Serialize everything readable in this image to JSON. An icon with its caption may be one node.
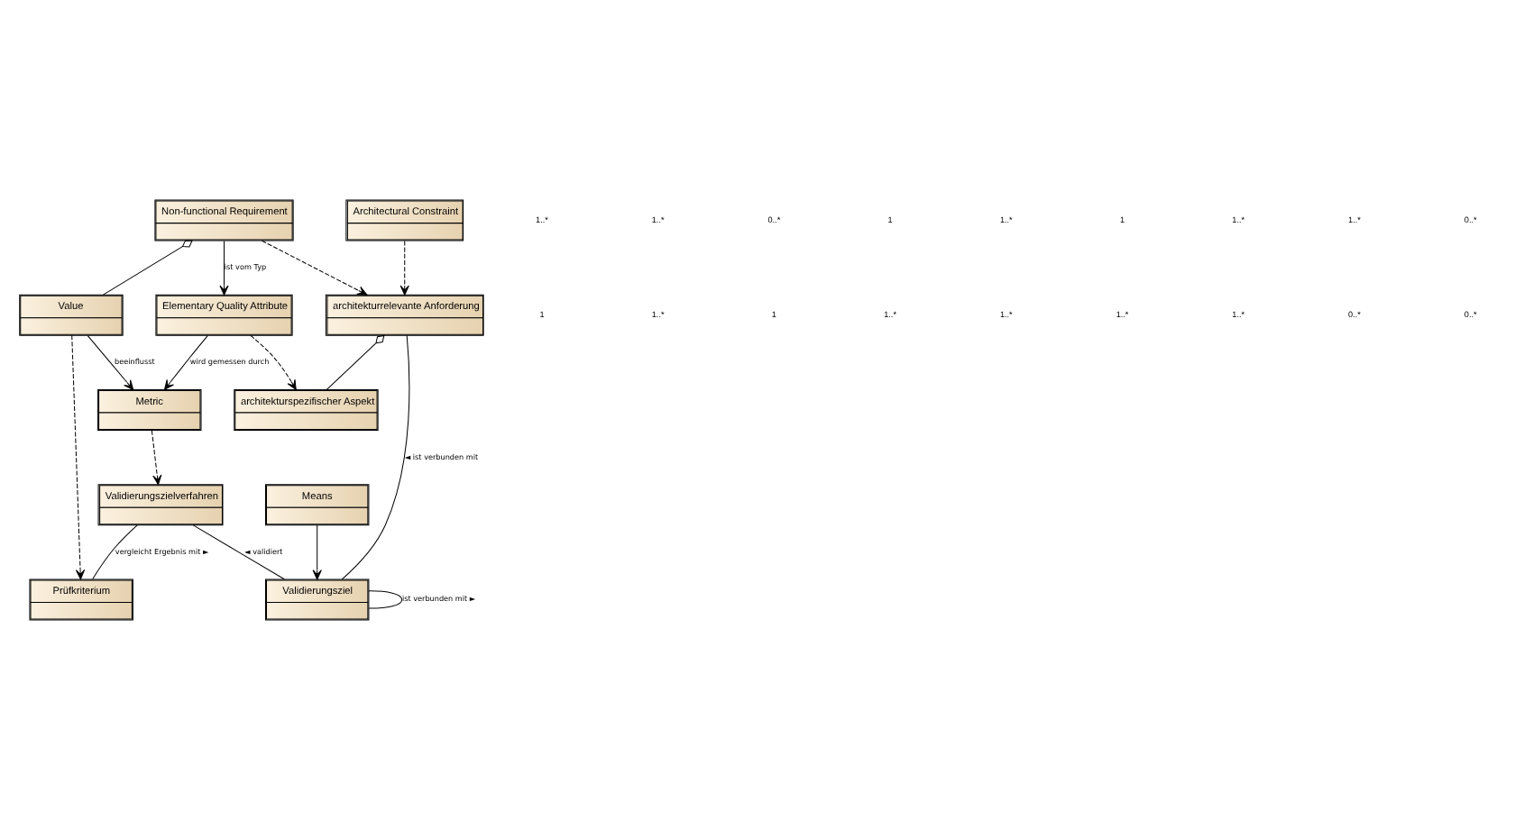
{
  "diagram": {
    "nodes": [
      {
        "text": [
          "Architectural Constraint"
        ]
      },
      {
        "text": [
          "Non-functional Requirement"
        ]
      },
      {
        "text": [
          "Value"
        ]
      },
      {
        "text": [
          "Means"
        ]
      },
      {
        "text": [
          "Elementary Quality Attribute"
        ]
      },
      {
        "text": [
          "Metric"
        ]
      },
      {
        "text": [
          "architekturrelevante Anforderung"
        ]
      },
      {
        "text": [
          "architekturspezifischer Aspekt"
        ]
      },
      {
        "text": [
          "Validierungszielverfahren"
        ]
      },
      {
        "text": [
          "Prüfkriterium"
        ]
      },
      {
        "text": [
          "Validierungsziel"
        ]
      }
    ],
    "edges": [
      {
        "from": 1,
        "to": 2,
        "arrow": "other"
      },
      {
        "from": 0,
        "to": 6,
        "arrow": "to",
        "style": "dashed"
      },
      {
        "from": 1,
        "to": 6,
        "arrow": "to",
        "style": "dashed"
      },
      {
        "from": 1,
        "to": 4,
        "arrow": "to",
        "label": "ist vom Typ"
      },
      {
        "from": 2,
        "to": 5,
        "arrow": "to",
        "label": "beeinflusst"
      },
      {
        "from": 2,
        "to": 9,
        "arrow": "to",
        "style": "dashed"
      },
      {
        "from": 4,
        "to": 5,
        "arrow": "to",
        "label": "wird gemessen durch"
      },
      {
        "from": 4,
        "to": 7,
        "arrow": "to",
        "style": "dashed"
      },
      {
        "from": 5,
        "to": 8,
        "arrow": "to",
        "style": "dashed"
      },
      {
        "from": 6,
        "to": 7,
        "arrow": "other"
      },
      {
        "from": 8,
        "to": 9,
        "arrow": "none",
        "label": "vergleicht Ergebnis mit ►"
      },
      {
        "from": 6,
        "to": 10,
        "arrow": "none",
        "label": "◄ ist verbunden mit"
      },
      {
        "from": 8,
        "to": 10,
        "arrow": "none",
        "label": "◄ validiert"
      },
      {
        "from": 10,
        "to": 10,
        "arrow": "none",
        "label": "ist verbunden mit ►"
      },
      {
        "from": 3,
        "to": 10,
        "arrow": "to"
      }
    ],
    "labels": [
      "1..*",
      "1..*",
      "0..*",
      "1",
      "1..*",
      "1",
      "1..*",
      "1..*",
      "0..*",
      "1",
      "1..*",
      "1",
      "1..*",
      "1..*",
      "1..*",
      "1..*",
      "0..*",
      "0..*"
    ]
  }
}
